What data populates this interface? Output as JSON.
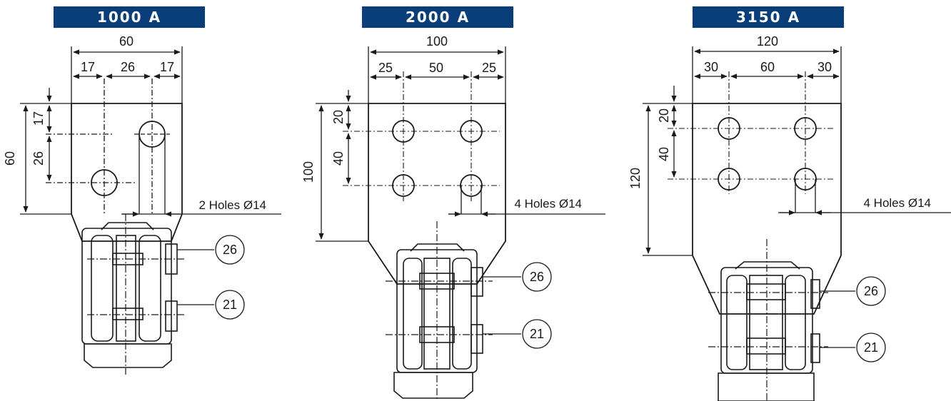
{
  "colors": {
    "banner": "#0a3e7a",
    "line": "#1a1a1a"
  },
  "panels": [
    {
      "title": "1000 A",
      "dim_overall_width": "60",
      "dim_width_parts": [
        "17",
        "26",
        "17"
      ],
      "dim_overall_height": "60",
      "dim_height_parts": [
        "17",
        "26"
      ],
      "holes_note": "2 Holes Ø14",
      "callouts": [
        "26",
        "21"
      ]
    },
    {
      "title": "2000 A",
      "dim_overall_width": "100",
      "dim_width_parts": [
        "25",
        "50",
        "25"
      ],
      "dim_overall_height": "100",
      "dim_height_parts": [
        "20",
        "40"
      ],
      "holes_note": "4 Holes Ø14",
      "callouts": [
        "26",
        "21"
      ]
    },
    {
      "title": "3150 A",
      "dim_overall_width": "120",
      "dim_width_parts": [
        "30",
        "60",
        "30"
      ],
      "dim_overall_height": "120",
      "dim_height_parts": [
        "20",
        "40"
      ],
      "holes_note": "4 Holes Ø14",
      "callouts": [
        "26",
        "21"
      ]
    }
  ]
}
